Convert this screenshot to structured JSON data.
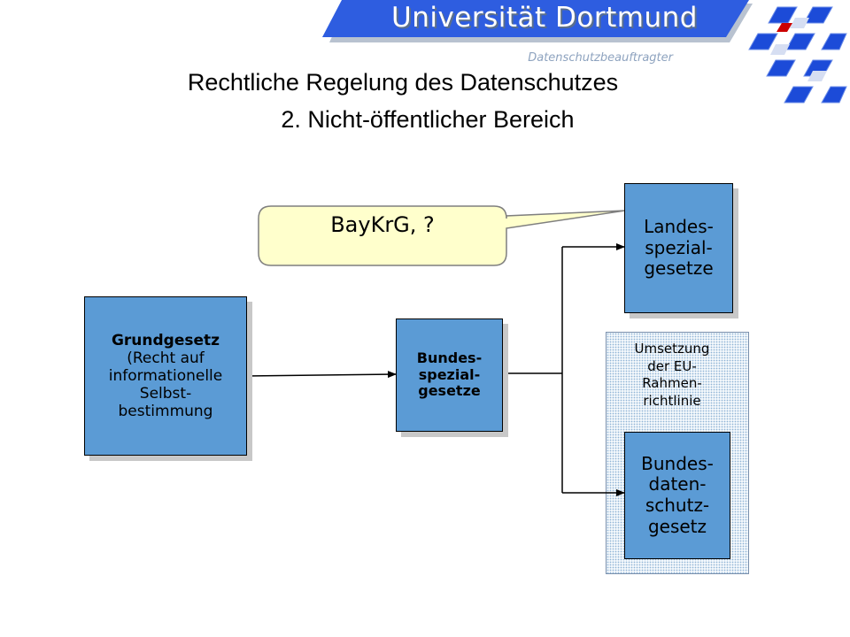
{
  "header": {
    "university": "Universität Dortmund",
    "department": "Datenschutzbeauftragter"
  },
  "slide": {
    "title_line1": "Rechtliche Regelung des Datenschutzes",
    "title_line2": "2. Nicht-öffentlicher Bereich"
  },
  "diagram": {
    "grundgesetz": [
      "Grundgesetz",
      "(Recht auf",
      "informationelle",
      "Selbst-",
      "bestimmung"
    ],
    "bundesspezial": [
      "Bundes-",
      "spezial-",
      "gesetze"
    ],
    "landesspezial": [
      "Landes-",
      "spezial-",
      "gesetze"
    ],
    "eu_note": [
      "Umsetzung",
      "der EU-",
      "Rahmen-",
      "richtlinie"
    ],
    "bdsg": [
      "Bundes-",
      "daten-",
      "schutz-",
      "gesetz"
    ],
    "callout": "BayKrG, ?"
  },
  "colors": {
    "box_fill": "#5b9bd5",
    "callout_fill": "#ffffcc",
    "banner": "#2e5de0",
    "logo_red": "#cc0000"
  },
  "icons": [
    "university-logo-icon"
  ]
}
